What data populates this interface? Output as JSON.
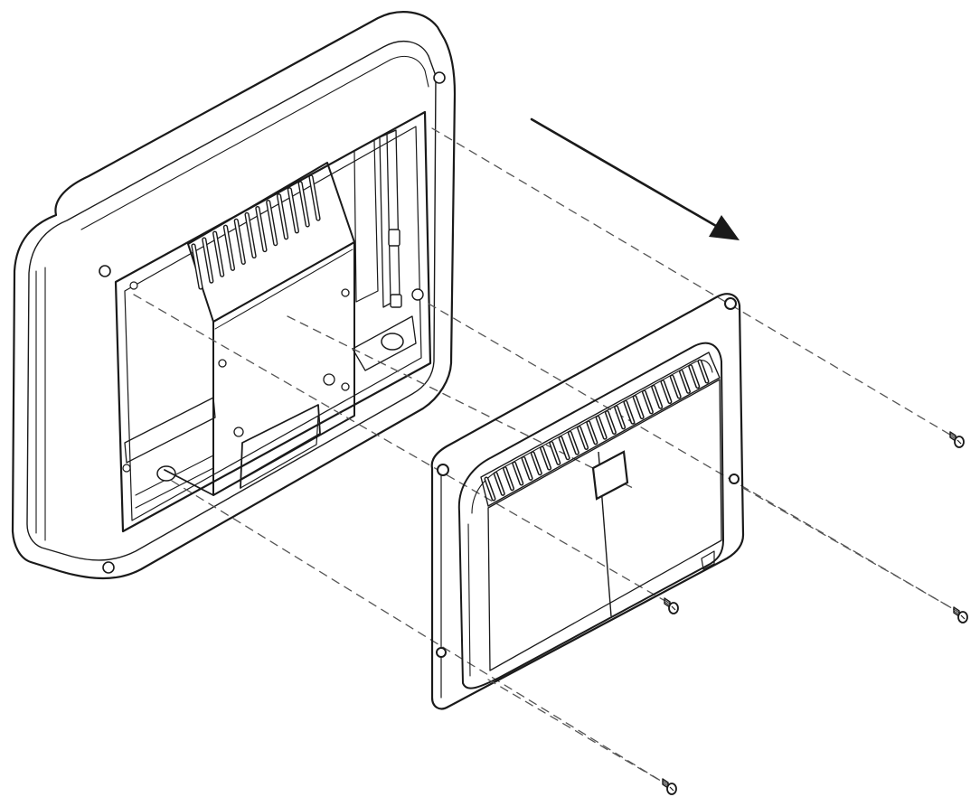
{
  "diagram": {
    "style": "line-art exploded view",
    "colors": {
      "line": "#1a1a1a",
      "fill": "#ffffff",
      "light": "#f4f4f4",
      "dash": "#555555"
    },
    "icons": [
      "arrow-icon",
      "screw-icon"
    ],
    "parts": [
      "display-housing",
      "mounting-bracket",
      "rear-cover",
      "screw",
      "screw",
      "screw",
      "screw"
    ],
    "screw_count": 4
  }
}
